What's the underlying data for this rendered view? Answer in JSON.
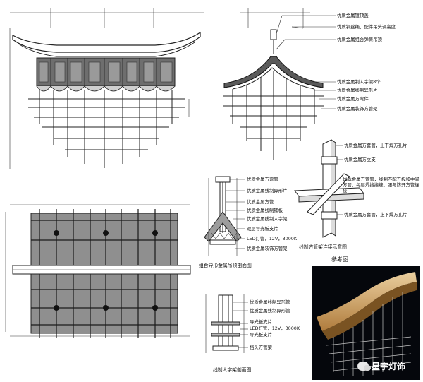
{
  "callouts_top": [
    "优质金属镀顶盖",
    "优质钢丝绳，配件吊头调高度",
    "优质金属组合弹簧吊顶"
  ],
  "callouts_mid": [
    "优质金属制人字架8个",
    "优质金属线制异形片",
    "优质金属方弯件",
    "优质金属装饰方管架"
  ],
  "callouts_joint": [
    "优质金属方套管，上下焊方孔片",
    "优质金属方立支",
    "优质金属方管管，线制匹配方板和中间方管，每层焊接接缝，服与防开方管连接",
    "优质金属方套管，上下焊方孔片"
  ],
  "callouts_section": [
    "优质金属方弯管",
    "优质金属线制异形片",
    "优质金属方管",
    "优质金属线制铺板",
    "优质金属线制人字架",
    "双层导光板支片",
    "LED灯管，12V，3000K",
    "优质金属装饰方管架"
  ],
  "callouts_bottom": [
    "优质金属线制异形管",
    "优质金属线制异形管",
    "导光板支片",
    "LED灯管，12V，3000K",
    "导光板支片",
    "档头方管架"
  ],
  "captions": [
    "组合异形金属吊顶剖面图",
    "线制方管架连接示意图",
    "线制人字架剖面图"
  ],
  "ref_title": "参考图",
  "brand": "星宇灯饰",
  "colors": {
    "panel_gray": "#8f8f8f",
    "line": "#222222",
    "photo_bg": "#05070c",
    "glow": "#f2c88a"
  },
  "icons": [
    "wechat-icon"
  ]
}
